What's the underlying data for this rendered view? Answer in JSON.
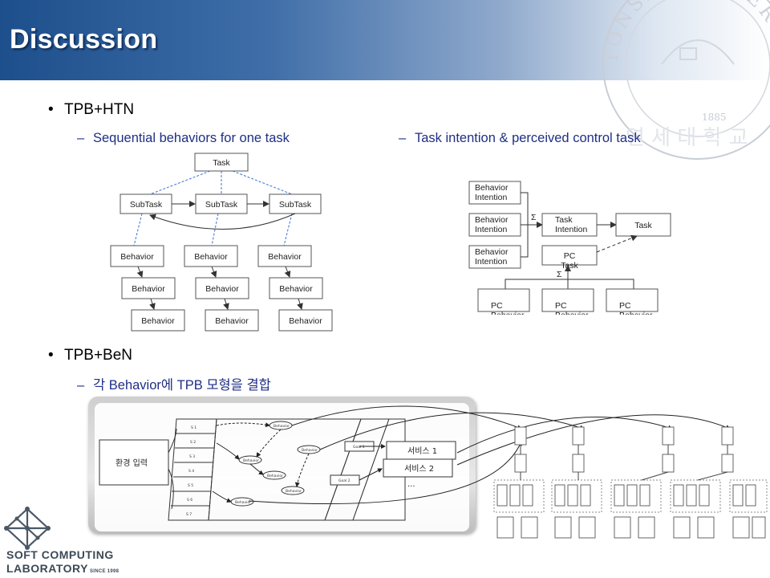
{
  "slide": {
    "title": "Discussion"
  },
  "content": {
    "bullet1": "TPB+HTN",
    "bullet1_sub_left": "Sequential behaviors for one task",
    "bullet1_sub_right": "Task intention & perceived control task",
    "bullet2": "TPB+BeN",
    "bullet2_sub": "각 Behavior에 TPB 모형을 결합"
  },
  "htn_diagram": {
    "root": "Task",
    "subtasks": [
      "SubTask",
      "SubTask",
      "SubTask"
    ],
    "behavior_label": "Behavior"
  },
  "tpb_diagram": {
    "intentions": [
      "Behavior Intention",
      "Behavior Intention",
      "Behavior Intention"
    ],
    "sigma": "Σ",
    "task_intention": "Task Intention",
    "task": "Task",
    "pc_task": "PC Task",
    "pc_behaviors": [
      "PC Behavior",
      "PC Behavior",
      "PC Behavior"
    ]
  },
  "ben_diagram": {
    "env_input": "환경 입력",
    "goals": [
      "Goal 1",
      "Goal 2"
    ],
    "services": [
      "서비스 1",
      "서비스 2",
      "..."
    ]
  },
  "footer": {
    "lab_line1": "SOFT COMPUTING",
    "lab_line2": "LABORATORY",
    "since": "SINCE 1998",
    "seal_year": "1885",
    "seal_text": "YONSEI UNIVERSITY"
  },
  "colors": {
    "title_band": "#1d4f8c",
    "sub_text": "#1f2f85",
    "dashed_link": "#3a6fd8"
  }
}
